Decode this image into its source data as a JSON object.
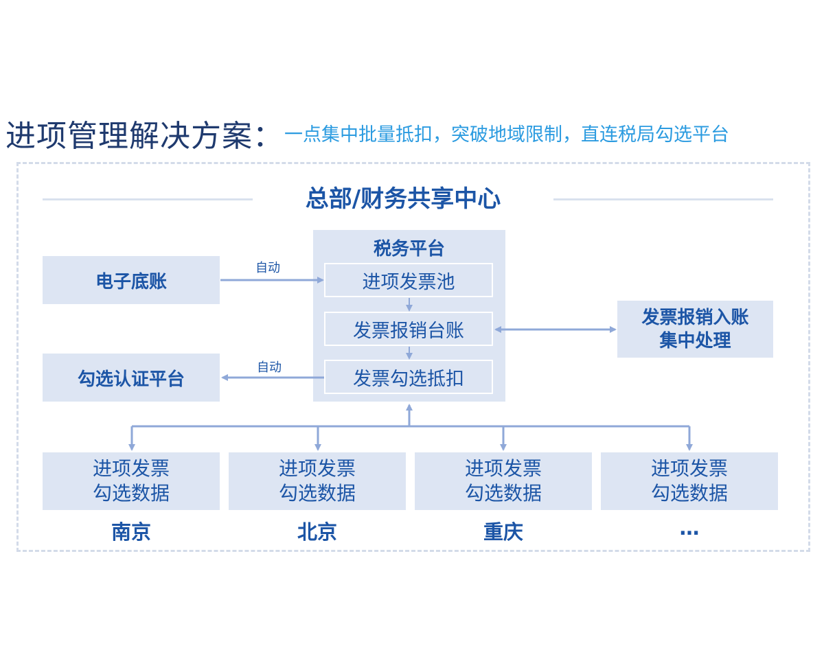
{
  "title": {
    "main": "进项管理解决方案：",
    "sub": "一点集中批量抵扣，突破地域限制，直连税局勾选平台"
  },
  "section_title": "总部/财务共享中心",
  "left_boxes": {
    "ledger": "电子底账",
    "certification": "勾选认证平台"
  },
  "auto_labels": {
    "top": "自动",
    "bottom": "自动"
  },
  "tax_platform": {
    "title": "税务平台",
    "items": [
      "进项发票池",
      "发票报销台账",
      "发票勾选抵扣"
    ]
  },
  "right_box": {
    "line1": "发票报销入账",
    "line2": "集中处理"
  },
  "cities": [
    {
      "line1": "进项发票",
      "line2": "勾选数据",
      "name": "南京"
    },
    {
      "line1": "进项发票",
      "line2": "勾选数据",
      "name": "北京"
    },
    {
      "line1": "进项发票",
      "line2": "勾选数据",
      "name": "重庆"
    },
    {
      "line1": "进项发票",
      "line2": "勾选数据",
      "name": "…"
    }
  ],
  "colors": {
    "box_fill": "#dde5f3",
    "text_dark_blue": "#1c55a6",
    "subtitle_blue": "#2b9be0",
    "arrow": "#8fa8d8",
    "dashed_border": "#d3dbe9"
  }
}
